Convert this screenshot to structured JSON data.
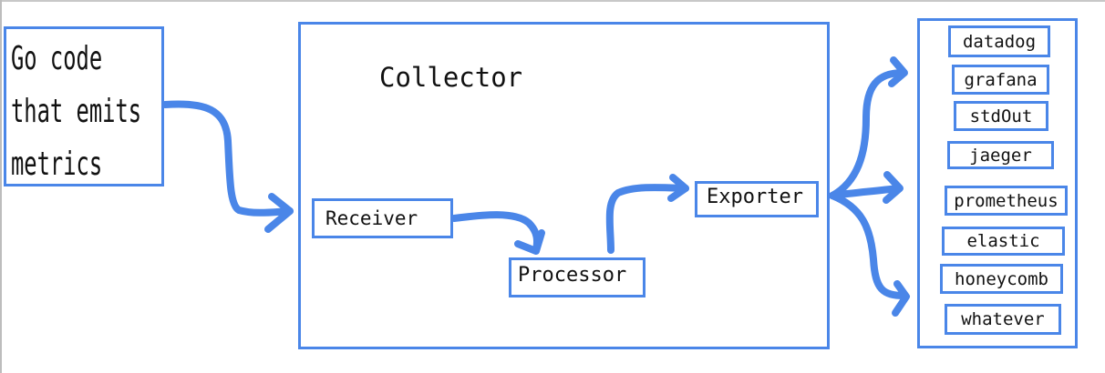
{
  "source": {
    "lines": [
      "Go code",
      "that emits",
      "metrics"
    ]
  },
  "collector": {
    "title": "Collector",
    "receiver": "Receiver",
    "processor": "Processor",
    "exporter": "Exporter"
  },
  "destinations": [
    "datadog",
    "grafana",
    "stdOut",
    "jaeger",
    "prometheus",
    "elastic",
    "honeycomb",
    "whatever"
  ],
  "colors": {
    "stroke": "#4a86e8",
    "text": "#111111",
    "background": "#ffffff"
  }
}
